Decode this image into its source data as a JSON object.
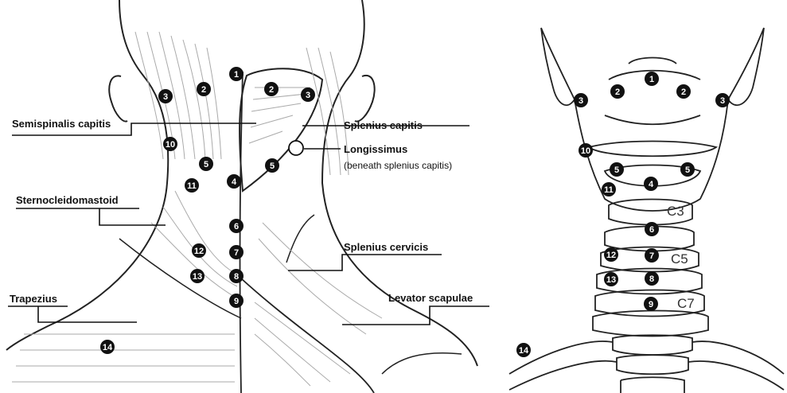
{
  "labels": {
    "semispinalis_capitis": "Semispinalis capitis",
    "splenius_capitis": "Splenius capitis",
    "longissimus": "Longissimus",
    "longissimus_note": "(beneath splenius capitis)",
    "sternocleidomastoid": "Sternocleidomastoid",
    "splenius_cervicis": "Splenius cervicis",
    "levator_scapulae": "Levator scapulae",
    "trapezius": "Trapezius"
  },
  "vertebra_labels": {
    "c3": "C3",
    "c5": "C5",
    "c7": "C7"
  },
  "markers": {
    "n1": "1",
    "n2": "2",
    "n3": "3",
    "n4": "4",
    "n5": "5",
    "n6": "6",
    "n7": "7",
    "n8": "8",
    "n9": "9",
    "n10": "10",
    "n11": "11",
    "n12": "12",
    "n13": "13",
    "n14": "14"
  }
}
